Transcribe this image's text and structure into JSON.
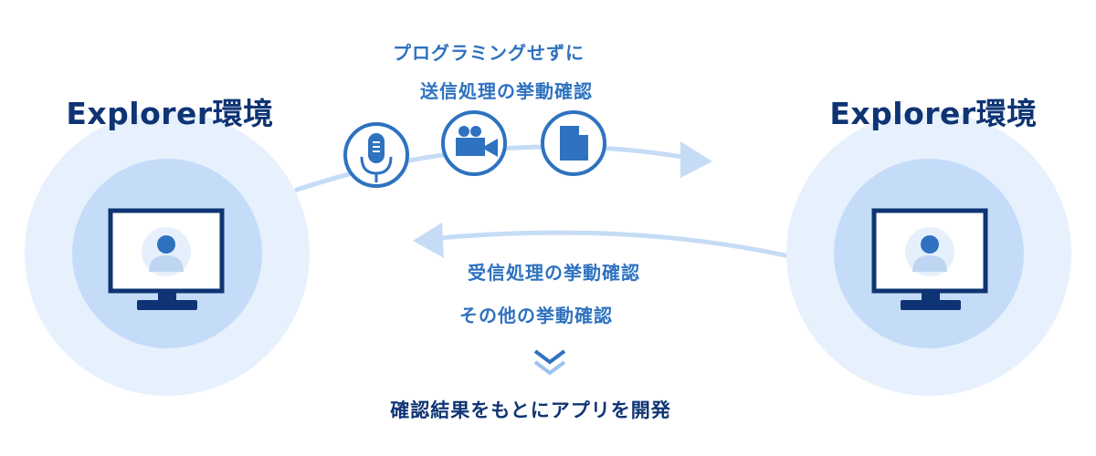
{
  "left_environment": {
    "title": "Explorer環境"
  },
  "right_environment": {
    "title": "Explorer環境"
  },
  "send_caption": {
    "line1": "プログラミングせずに",
    "line2": "送信処理の挙動確認"
  },
  "send_icons": [
    "microphone-icon",
    "video-camera-icon",
    "document-icon"
  ],
  "receive_caption": "受信処理の挙動確認",
  "other_caption": "その他の挙動確認",
  "result_caption": "確認結果をもとにアプリを開発",
  "colors": {
    "dark_navy": "#0f3474",
    "accent_blue": "#2e72c0",
    "outer_circle": "#e7f1fd",
    "inner_circle": "#c4dcf8",
    "arrow": "#c6dcf6",
    "user_head": "#2e72c0",
    "user_body": "#bfd6f3"
  }
}
